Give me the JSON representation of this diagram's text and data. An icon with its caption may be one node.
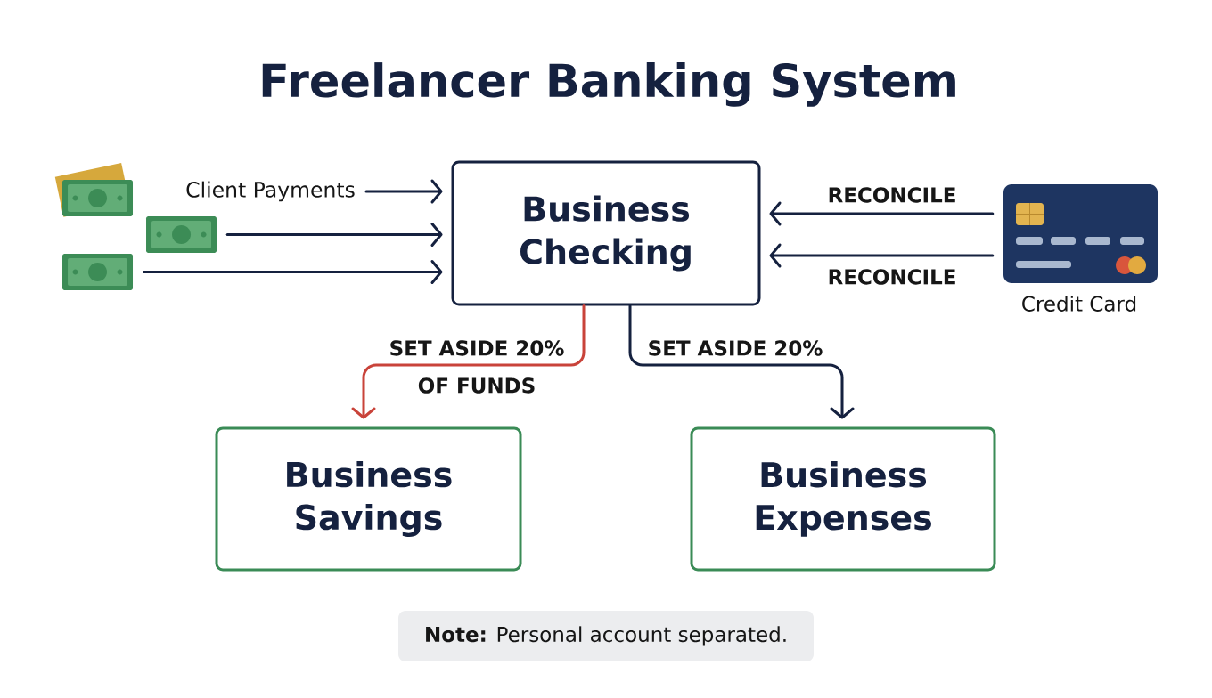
{
  "diagram": {
    "title": "Freelancer Banking System",
    "nodes": [
      {
        "text": [],
        "shape": "picture"
      },
      {
        "text": [
          "Client Payments"
        ]
      },
      {
        "text": [
          "Business Checking"
        ]
      },
      {
        "text": [],
        "shape": "picture",
        "beside": [
          "Credit Card"
        ]
      },
      {
        "text": [],
        "shape": "picture"
      },
      {
        "text": [],
        "shape": "picture"
      },
      {
        "text": [
          "Business Savings"
        ]
      },
      {
        "text": [
          "Business Expenses"
        ]
      },
      {
        "text": [
          "**Note:** Personal account separated."
        ]
      }
    ],
    "edges": [
      {
        "from": 1,
        "to": 2,
        "arrow": "to"
      },
      {
        "from": 4,
        "to": 2,
        "arrow": "to"
      },
      {
        "from": 5,
        "to": 2,
        "arrow": "to"
      },
      {
        "from": 3,
        "to": 2,
        "arrow": "to",
        "label": "RECONCILE"
      },
      {
        "from": 3,
        "to": 2,
        "arrow": "to",
        "label": "RECONCILE"
      },
      {
        "from": 2,
        "to": 6,
        "arrow": "to",
        "label": "SET ASIDE 20% OF FUNDS",
        "color": "#c9433a"
      },
      {
        "from": 2,
        "to": 7,
        "arrow": "to",
        "label": "SET ASIDE 20%"
      }
    ]
  }
}
